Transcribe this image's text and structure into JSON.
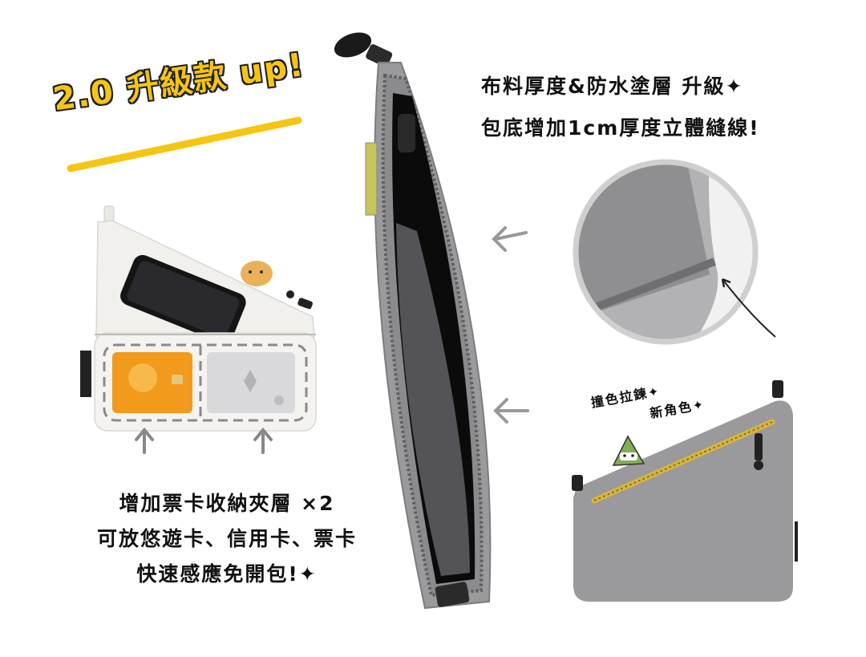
{
  "headline": {
    "text": "2.0 升級款 up!"
  },
  "features": {
    "material_line1": "布料厚度&防水塗層 升級✦",
    "material_line2": "包底增加1cm厚度立體縫線!",
    "card_line1": "增加票卡收納夾層 ×2",
    "card_line2": "可放悠遊卡、信用卡、票卡",
    "card_line3": "快速感應免開包!✦",
    "color_line1": "撞色拉鍊✦",
    "color_line2": "新角色✦"
  },
  "colors": {
    "highlight_yellow": "#f6c512",
    "pouch_gray": "#9a9a9c",
    "pouch_white": "#f1f0ec",
    "card_orange": "#f29a1c",
    "zipper_yellow": "#d8b63a"
  }
}
